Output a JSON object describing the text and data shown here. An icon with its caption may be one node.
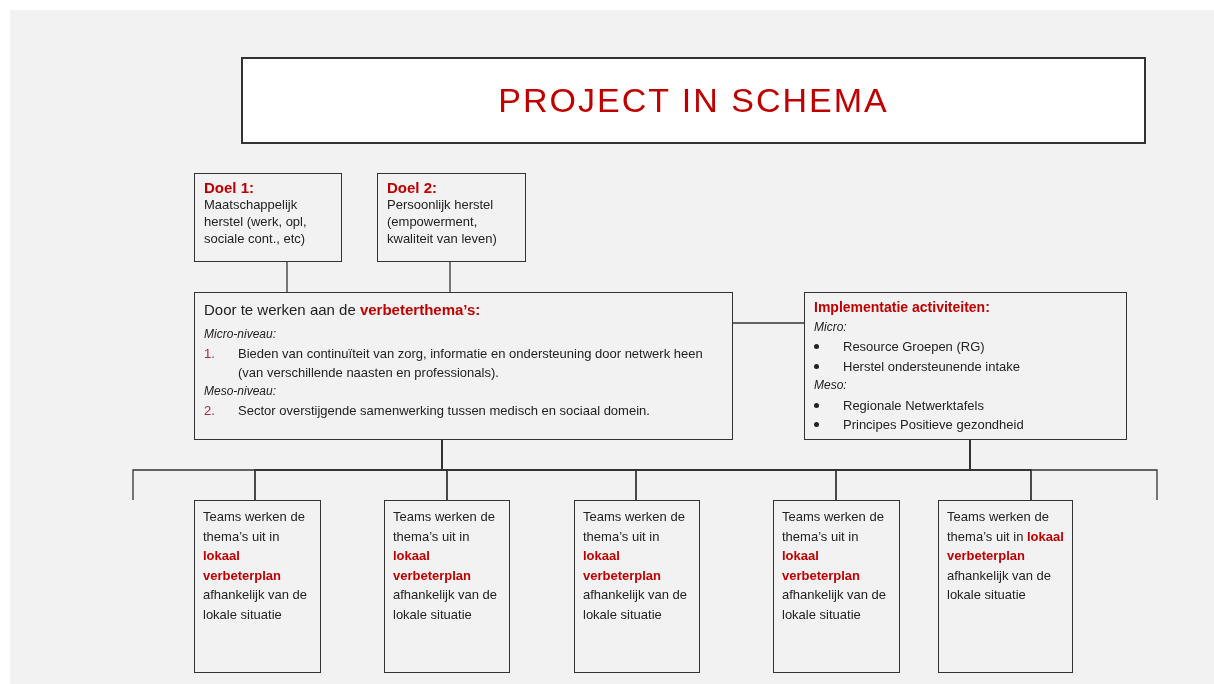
{
  "diagram": {
    "nodes": [
      {
        "text": [
          "PROJECT IN SCHEMA"
        ]
      },
      {
        "text": [
          "Doel 1:",
          "Maatschappelijk herstel (werk, opl, sociale cont., etc)"
        ]
      },
      {
        "text": [
          "Doel 2:",
          "Persoonlijk herstel (empowerment, kwaliteit van leven)"
        ]
      },
      {
        "text": [
          "Door te werken aan de **verbeterthema’s:**",
          "Micro-niveau:",
          "1.",
          "Bieden van continuïteit van zorg, informatie en ondersteuning door netwerk heen (van verschillende naasten en professionals).",
          "Meso-niveau:",
          "2.",
          "Sector overstijgende samenwerking tussen medisch en sociaal domein."
        ]
      },
      {
        "text": [
          "Implementatie activiteiten:",
          "Micro:",
          "Resource Groepen (RG)",
          "Herstel ondersteunende intake",
          "Meso:",
          "Regionale Netwerktafels",
          "Principes Positieve gezondheid"
        ]
      },
      {
        "text": [
          "Teams werken de thema’s uit in **lokaal verbeterplan** afhankelijk van de lokale situatie"
        ]
      },
      {
        "text": [
          "Teams werken de thema’s uit in **lokaal verbeterplan** afhankelijk van de lokale situatie"
        ]
      },
      {
        "text": [
          "Teams werken de thema’s uit in **lokaal verbeterplan** afhankelijk van de lokale situatie"
        ]
      },
      {
        "text": [
          "Teams werken de thema’s uit in **lokaal verbeterplan** afhankelijk van de lokale situatie"
        ]
      },
      {
        "text": [
          "Teams werken de thema’s uit in **lokaal verbeterplan** afhankelijk van de lokale situatie"
        ]
      }
    ],
    "edges": [
      {
        "from": 1,
        "to": 3,
        "arrow": "none"
      },
      {
        "from": 2,
        "to": 3,
        "arrow": "none"
      },
      {
        "from": 3,
        "to": 4,
        "arrow": "none"
      },
      {
        "from": 3,
        "to": 5,
        "arrow": "none"
      },
      {
        "from": 3,
        "to": 6,
        "arrow": "none"
      },
      {
        "from": 3,
        "to": 7,
        "arrow": "none"
      },
      {
        "from": 3,
        "to": 8,
        "arrow": "none"
      },
      {
        "from": 3,
        "to": 9,
        "arrow": "none"
      },
      {
        "from": 4,
        "to": 5,
        "arrow": "none"
      },
      {
        "from": 4,
        "to": 6,
        "arrow": "none"
      },
      {
        "from": 4,
        "to": 7,
        "arrow": "none"
      },
      {
        "from": 4,
        "to": 8,
        "arrow": "none"
      },
      {
        "from": 4,
        "to": 9,
        "arrow": "none"
      },
      {
        "from": 3,
        "to": null,
        "arrow": "none"
      },
      {
        "from": 4,
        "to": null,
        "arrow": "none"
      }
    ]
  }
}
